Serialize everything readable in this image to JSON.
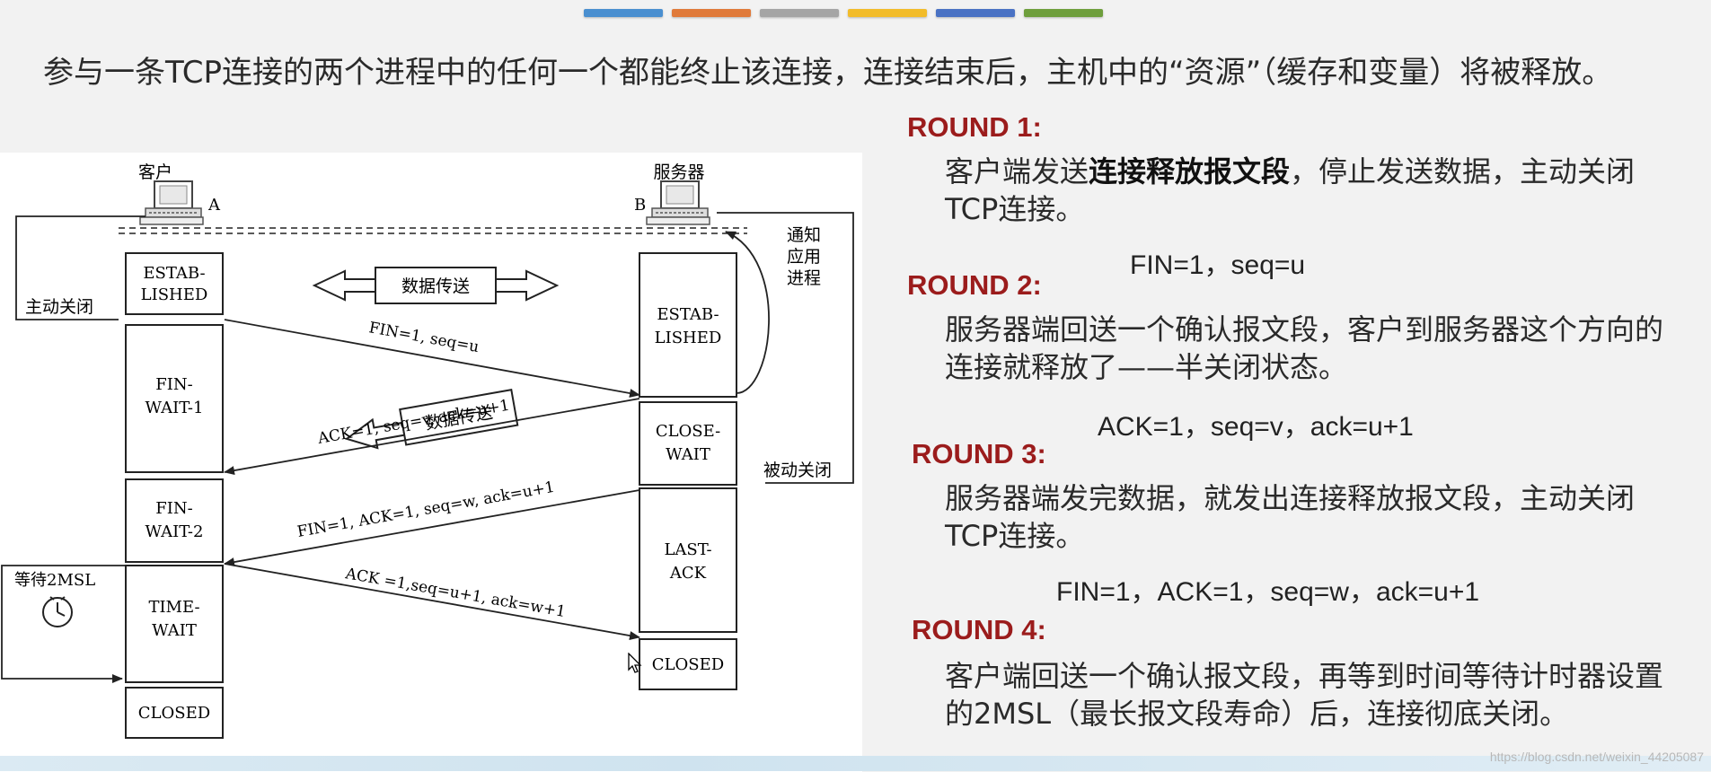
{
  "top_bar_colors": [
    "#4a8fd0",
    "#e07a3a",
    "#a5a5a5",
    "#f2bc2a",
    "#4a72c4",
    "#6e9e3c"
  ],
  "intro_text": "参与一条TCP连接的两个进程中的任何一个都能终止该连接，连接结束后，主机中的“资源”（缓存和变量）将被释放。",
  "diagram": {
    "client_label": "客户",
    "server_label": "服务器",
    "client_letter": "A",
    "server_letter": "B",
    "active_close": "主动关闭",
    "passive_close": "被动关闭",
    "notify_app": [
      "通知",
      "应用",
      "进程"
    ],
    "data_transfer": "数据传送",
    "wait_label": "等待2MSL",
    "client_states": {
      "established": [
        "ESTAB-",
        "LISHED"
      ],
      "fin_wait_1": [
        "FIN-",
        "WAIT-1"
      ],
      "fin_wait_2": [
        "FIN-",
        "WAIT-2"
      ],
      "time_wait": [
        "TIME-",
        "WAIT"
      ],
      "closed": "CLOSED"
    },
    "server_states": {
      "established": [
        "ESTAB-",
        "LISHED"
      ],
      "close_wait": [
        "CLOSE-",
        "WAIT"
      ],
      "last_ack": [
        "LAST-",
        "ACK"
      ],
      "closed": "CLOSED"
    },
    "messages": {
      "m1": "FIN=1, seq=u",
      "m2": "ACK=1, seq=v, ack=u+1",
      "m3": "FIN=1, ACK=1, seq=w, ack=u+1",
      "m4": "ACK =1,seq=u+1, ack=w+1"
    }
  },
  "rounds": [
    {
      "title": "ROUND 1:",
      "desc_pre": "客户端发送",
      "desc_bold": "连接释放报文段",
      "desc_post": "，停止发送数据，主动关闭TCP连接。",
      "formula": "FIN=1，seq=u"
    },
    {
      "title": "ROUND 2:",
      "desc": "服务器端回送一个确认报文段，客户到服务器这个方向的连接就释放了——半关闭状态。",
      "formula": "ACK=1，seq=v，ack=u+1"
    },
    {
      "title": "ROUND 3:",
      "desc": "服务器端发完数据，就发出连接释放报文段，主动关闭TCP连接。",
      "formula": "FIN=1，ACK=1，seq=w，ack=u+1"
    },
    {
      "title": "ROUND 4:",
      "desc": "客户端回送一个确认报文段，再等到时间等待计时器设置的2MSL（最长报文段寿命）后，连接彻底关闭。",
      "formula": ""
    }
  ],
  "watermark": "https://blog.csdn.net/weixin_44205087"
}
